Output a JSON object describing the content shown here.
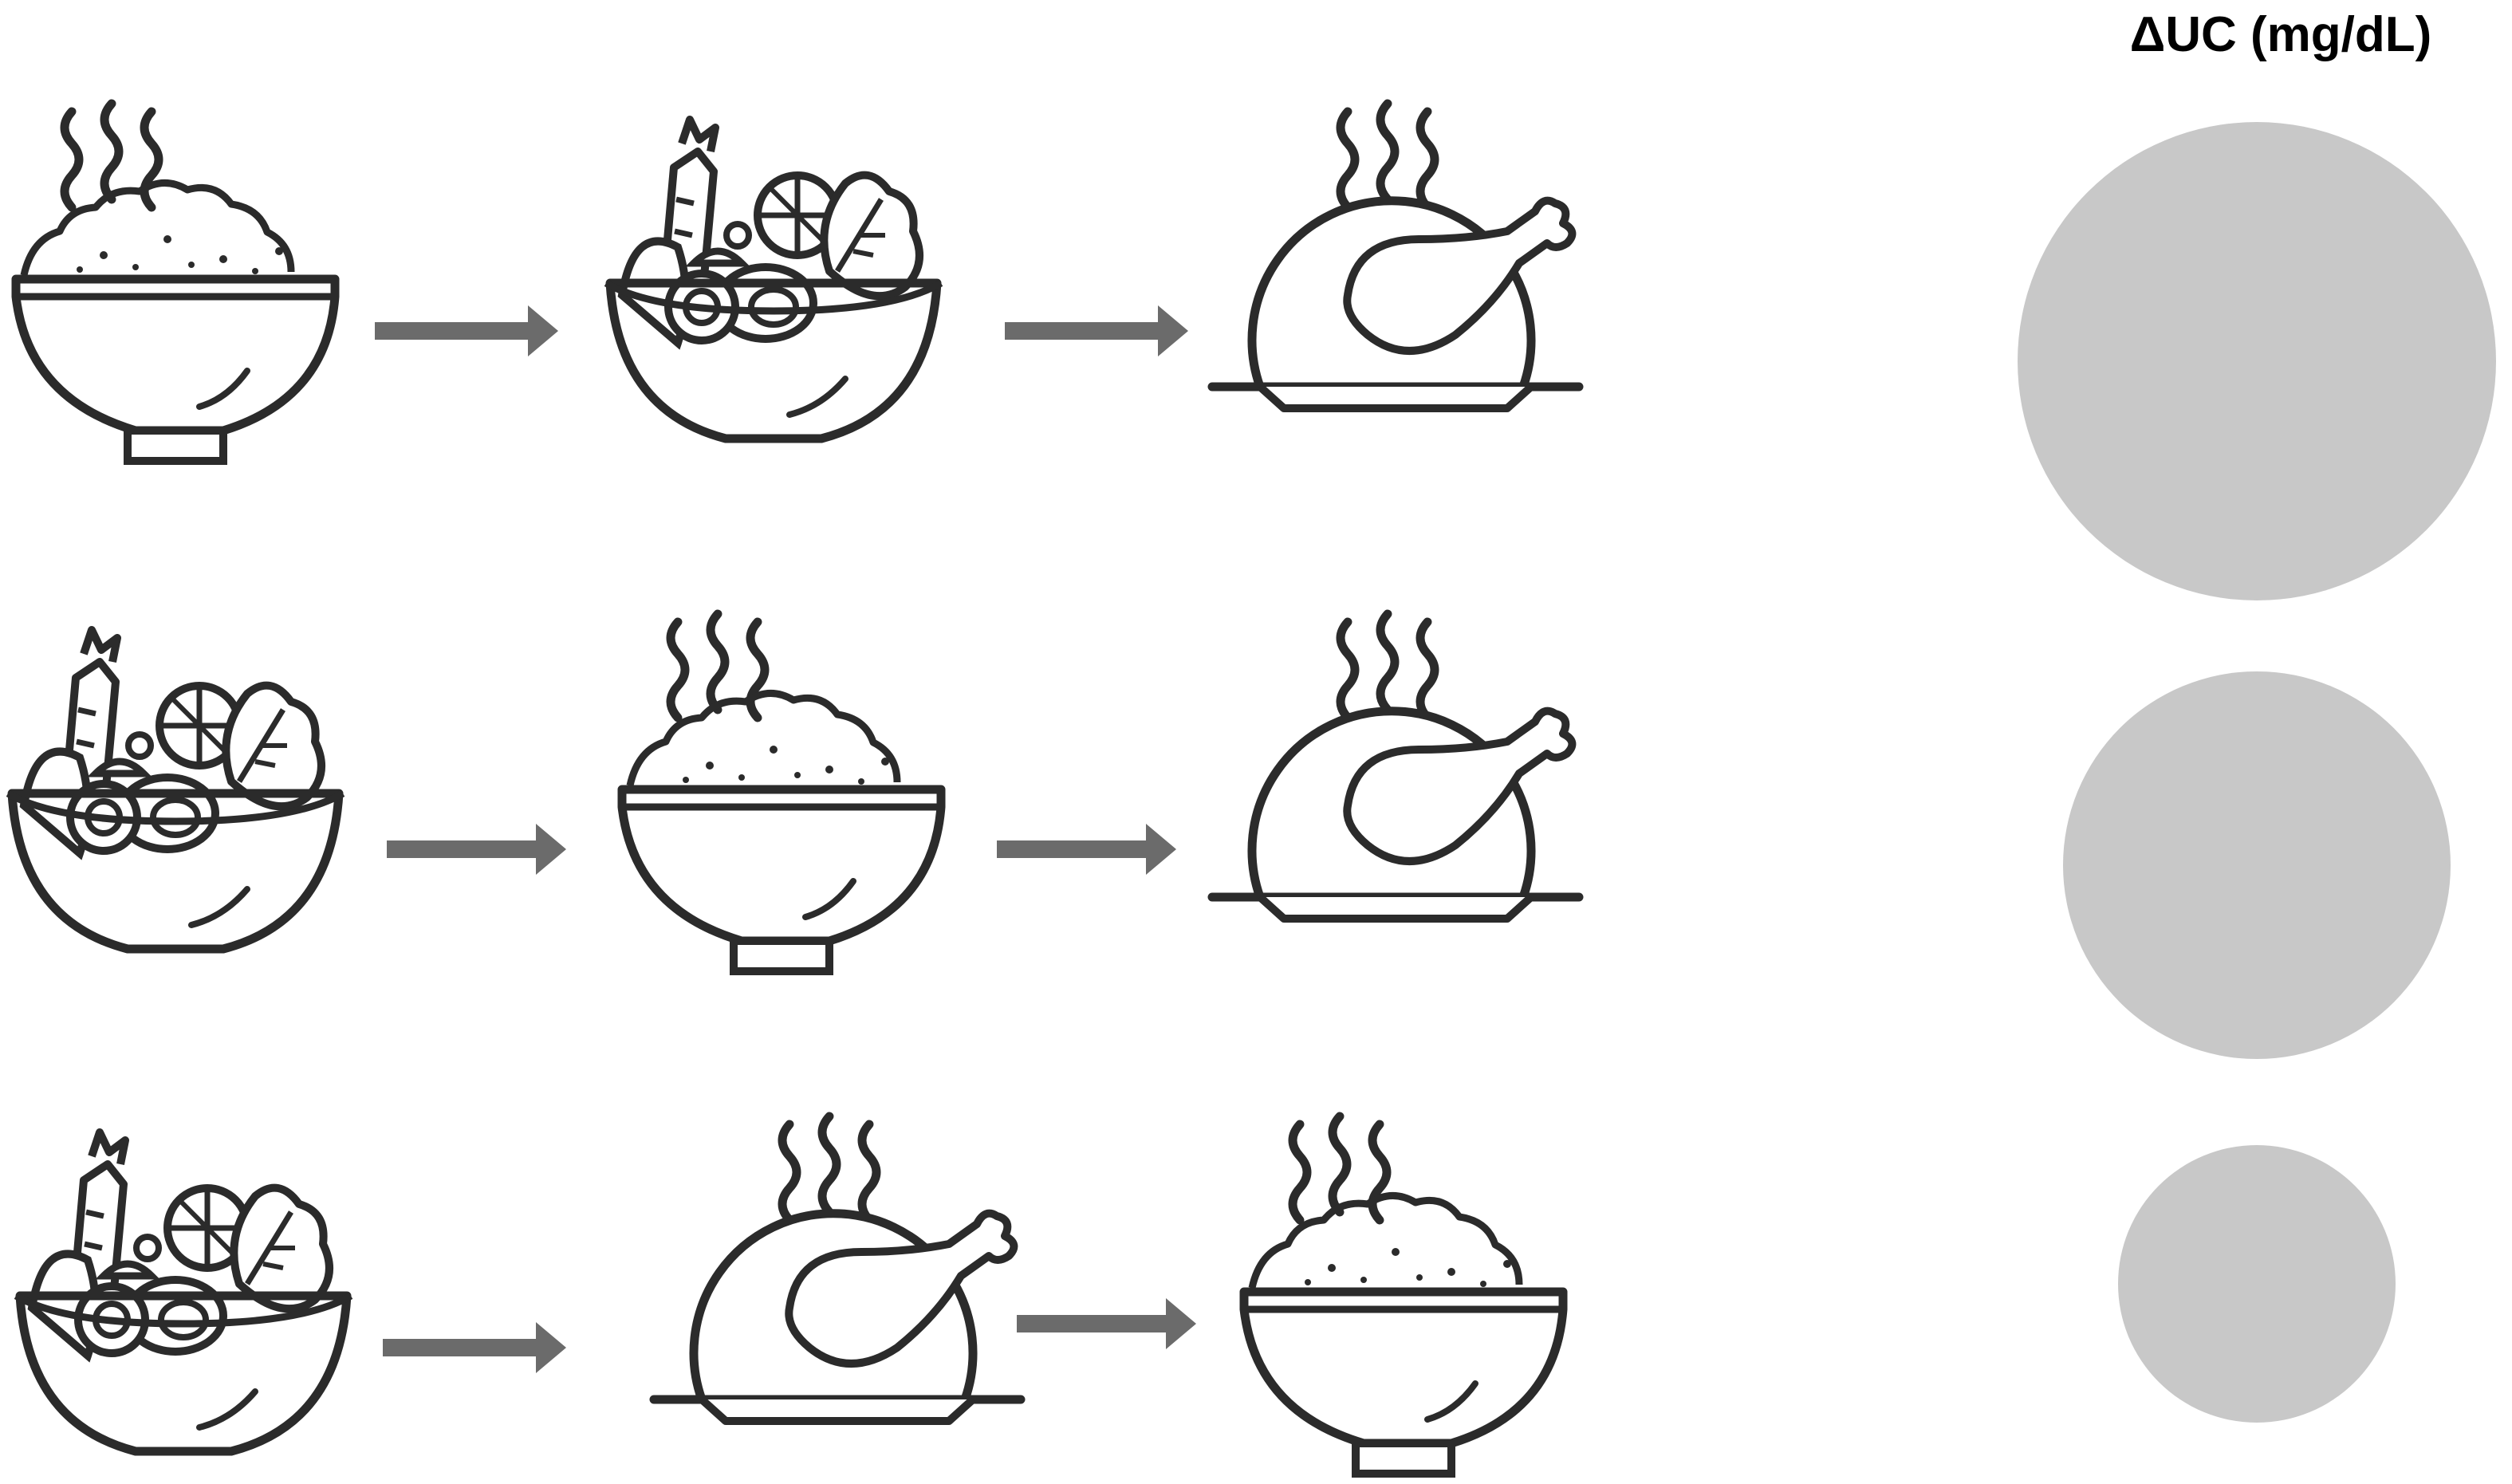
{
  "title": "ΔUC (mg/dL)",
  "colors": {
    "icon_stroke": "#2b2b2b",
    "arrow": "#6b6b6b",
    "circle": "#c8c8c8"
  },
  "rows": [
    {
      "sequence": [
        "rice-bowl-icon",
        "salad-bowl-icon",
        "roast-chicken-icon"
      ],
      "relative_circle_size": 1.0
    },
    {
      "sequence": [
        "salad-bowl-icon",
        "rice-bowl-icon",
        "roast-chicken-icon"
      ],
      "relative_circle_size": 0.81
    },
    {
      "sequence": [
        "salad-bowl-icon",
        "roast-chicken-icon",
        "rice-bowl-icon"
      ],
      "relative_circle_size": 0.58
    }
  ]
}
